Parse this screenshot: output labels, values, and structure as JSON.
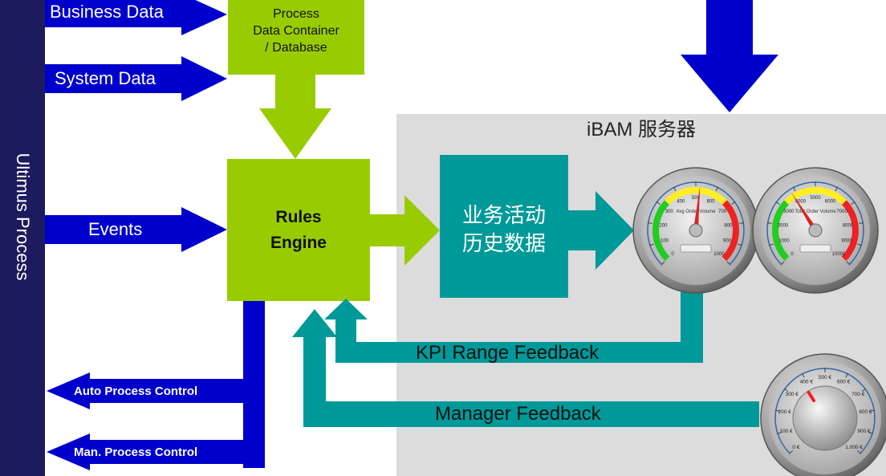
{
  "sidebar": {
    "label": "Ultimus Process"
  },
  "inputs": {
    "business_data": "Business Data",
    "system_data": "System Data",
    "events": "Events"
  },
  "process_container": {
    "lines": [
      "Process",
      "Data Container",
      "/ Database"
    ]
  },
  "rules_engine": {
    "lines": [
      "Rules",
      "Engine"
    ]
  },
  "server": {
    "title": "iBAM 服务器"
  },
  "activity_history": {
    "lines": [
      "业务活动",
      "历史数据"
    ]
  },
  "gauges": [
    {
      "name": "gauge-avg-order-volume",
      "label": "Avg Order Volume",
      "ticks": [
        "0",
        "100",
        "200",
        "300",
        "400",
        "500",
        "600",
        "700",
        "800",
        "900",
        "1000"
      ],
      "value_fraction": 0.52
    },
    {
      "name": "gauge-total-order-volume",
      "label": "Total Order Volume",
      "ticks": [
        "0",
        "1000",
        "2000",
        "3000",
        "4000",
        "5000",
        "6000",
        "7000",
        "8000",
        "9000",
        "10000"
      ],
      "value_fraction": 0.38
    }
  ],
  "dial": {
    "ticks": [
      "0 €",
      "100 €",
      "200 €",
      "300 €",
      "400 €",
      "500 €",
      "600 €",
      "700 €",
      "800 €",
      "900 €",
      "1.000 €"
    ],
    "value_fraction": 0.38
  },
  "feedback": {
    "kpi_range": "KPI Range Feedback",
    "manager": "Manager Feedback"
  },
  "controls": {
    "auto": "Auto Process Control",
    "manual": "Man. Process Control"
  },
  "colors": {
    "navy": "#1b1b5e",
    "blue_arrow": "#0000cc",
    "lime": "#99cc00",
    "teal": "#009999",
    "server_bg": "#dcdcdc"
  }
}
